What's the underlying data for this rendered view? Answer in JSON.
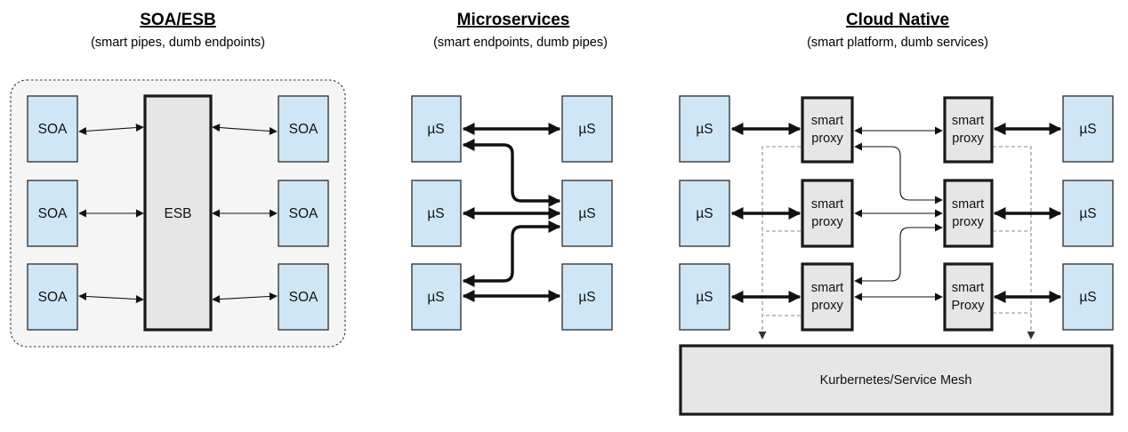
{
  "soa_esb": {
    "title": "SOA/ESB",
    "subtitle": "(smart pipes, dumb endpoints)",
    "left_boxes": [
      "SOA",
      "SOA",
      "SOA"
    ],
    "right_boxes": [
      "SOA",
      "SOA",
      "SOA"
    ],
    "bus_label": "ESB"
  },
  "microservices": {
    "title": "Microservices",
    "subtitle": "(smart endpoints, dumb pipes)",
    "left_boxes": [
      "µS",
      "µS",
      "µS"
    ],
    "right_boxes": [
      "µS",
      "µS",
      "µS"
    ]
  },
  "cloud_native": {
    "title": "Cloud Native",
    "subtitle": "(smart platform, dumb services)",
    "left_services": [
      "µS",
      "µS",
      "µS"
    ],
    "right_services": [
      "µS",
      "µS",
      "µS"
    ],
    "left_proxies": [
      [
        "smart",
        "proxy"
      ],
      [
        "smart",
        "proxy"
      ],
      [
        "smart",
        "proxy"
      ]
    ],
    "right_proxies": [
      [
        "smart",
        "proxy"
      ],
      [
        "smart",
        "proxy"
      ],
      [
        "smart",
        "Proxy"
      ]
    ],
    "platform_label": "Kurbernetes/Service Mesh"
  }
}
